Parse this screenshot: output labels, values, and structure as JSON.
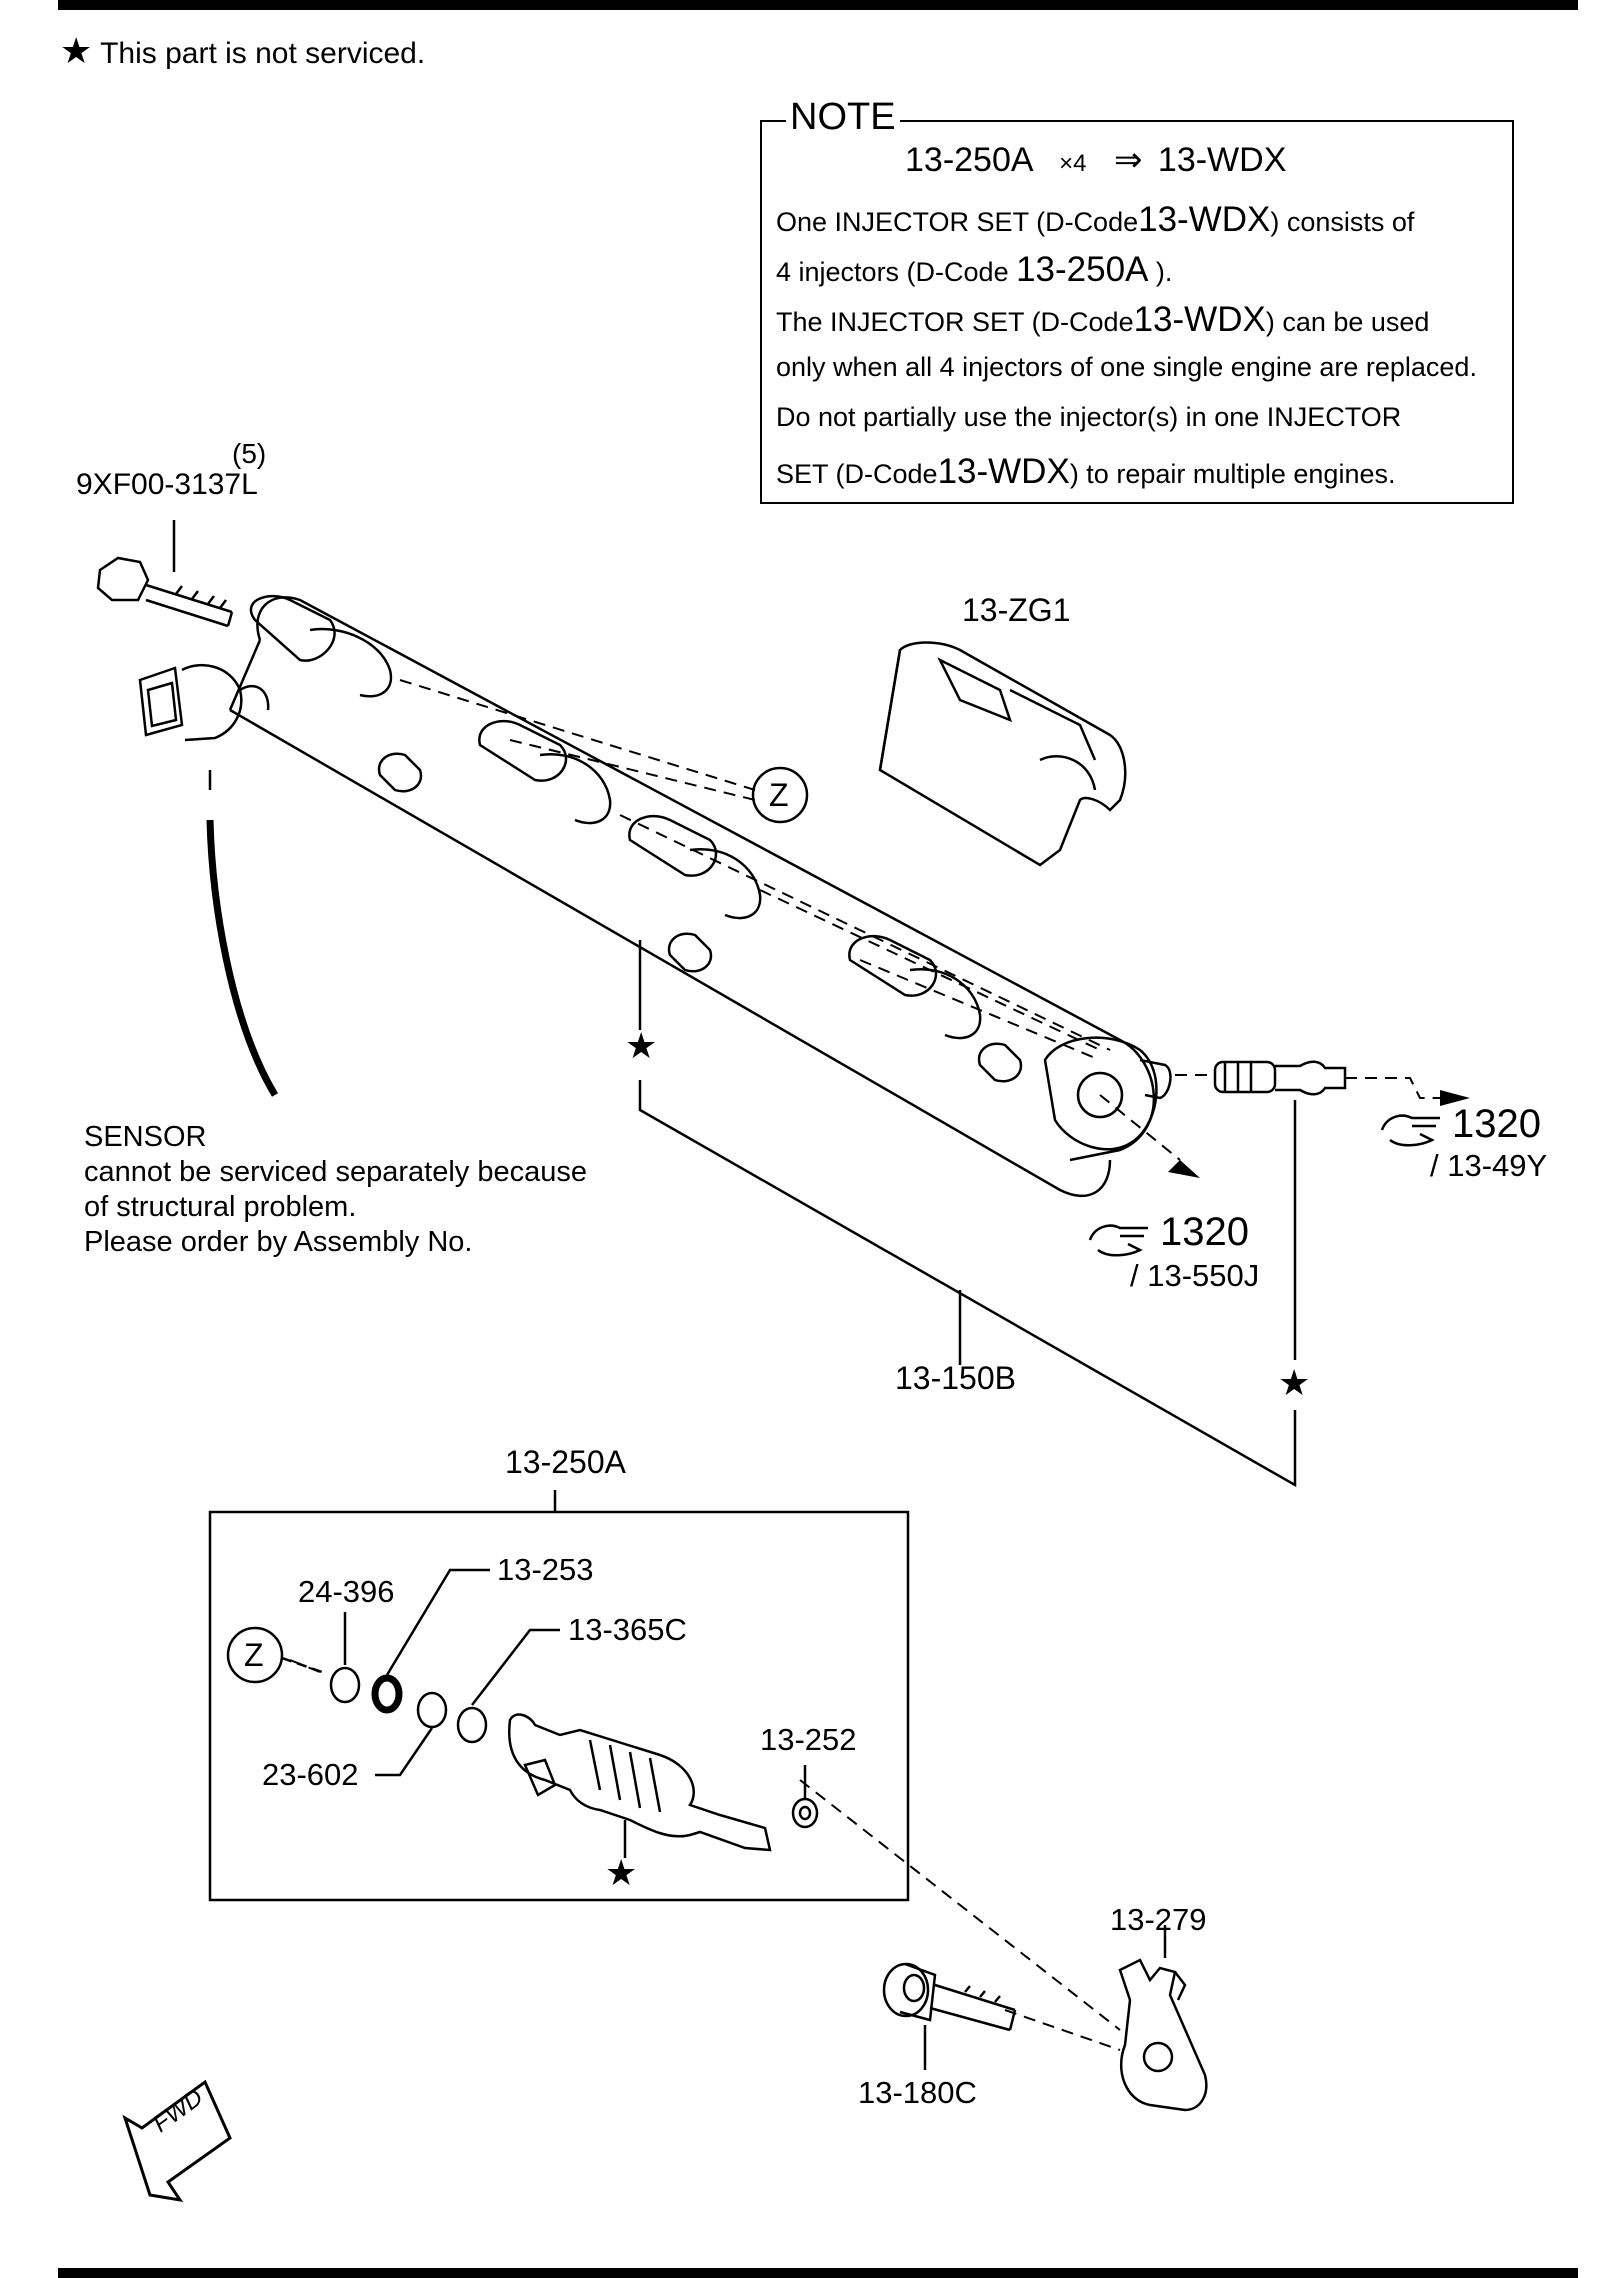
{
  "legend": {
    "star_icon": "star-icon",
    "text": "This part is not serviced."
  },
  "note": {
    "title": "NOTE",
    "formula": {
      "part": "13-250A",
      "multiplier": "×4",
      "arrow": "⇒",
      "result": "13-WDX"
    },
    "lines": [
      [
        "One INJECTOR SET (D-Code",
        "13-WDX",
        ") consists of"
      ],
      [
        "4 injectors (D-Code ",
        "13-250A",
        " )."
      ],
      [
        "The INJECTOR SET (D-Code",
        "13-WDX",
        ") can be used"
      ],
      [
        "only when all 4 injectors of one single engine are replaced.",
        "",
        ""
      ],
      [
        "Do not partially use the injector(s) in one INJECTOR",
        "",
        ""
      ],
      [
        "SET (D-Code",
        "13-WDX",
        ") to repair multiple engines."
      ]
    ]
  },
  "parts": {
    "bolt_qty": "(5)",
    "bolt": "9XF00-3137L",
    "protector": "13-ZG1",
    "seal_marker": "Z",
    "fuel_rail": "13-150B",
    "ref_1_page": "1320",
    "ref_1_code": "/ 13-49Y",
    "ref_2_page": "1320",
    "ref_2_code": "/ 13-550J",
    "injector_assy": "13-250A",
    "oring_a": "24-396",
    "oring_b": "13-253",
    "oring_c": "13-365C",
    "oring_d": "23-602",
    "insulator": "13-252",
    "holder": "13-279",
    "holder_bolt": "13-180C",
    "fwd": "FWD"
  },
  "sensor_note": [
    "SENSOR",
    "cannot be serviced separately because",
    "of structural problem.",
    "Please order by Assembly No."
  ]
}
